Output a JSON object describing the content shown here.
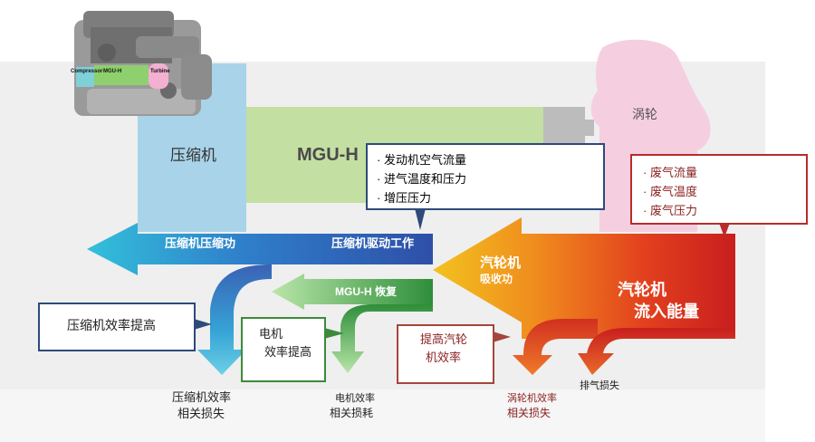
{
  "engine_image": {
    "labels": {
      "compressor": "Compressor",
      "mguh": "MGU-H",
      "turbine": "Turbine"
    }
  },
  "components": {
    "compressor": "压缩机",
    "mguh": "MGU-H",
    "turbine": "涡轮"
  },
  "flows": {
    "compressor_work": "压缩机压缩功",
    "compressor_drive": "压缩机驱动工作",
    "turbine_absorb_line1": "汽轮机",
    "turbine_absorb_line2": "吸收功",
    "mguh_recovery": "MGU-H 恢复",
    "turbine_input_line1": "汽轮机",
    "turbine_input_line2": "流入能量"
  },
  "callouts": {
    "inputs": [
      "发动机空气流量",
      "进气温度和压力",
      "增压压力"
    ],
    "exhaust": [
      "废气流量",
      "废气温度",
      "废气压力"
    ],
    "compressor_efficiency": "压缩机效率提高",
    "motor_efficiency_line1": "电机",
    "motor_efficiency_line2": "效率提高",
    "turbine_efficiency_line1": "提高汽轮",
    "turbine_efficiency_line2": "机效率"
  },
  "losses": {
    "compressor_line1": "压缩机效率",
    "compressor_line2": "相关损失",
    "motor_line1": "电机效率",
    "motor_line2": "相关损耗",
    "turbine_line1": "涡轮机效率",
    "turbine_line2": "相关损失",
    "exhaust": "排气损失"
  },
  "colors": {
    "compressor_block": "#a8d3e8",
    "mguh_block": "#c3dfa2",
    "turbine_block": "#f5cfe0",
    "blue_callout_border": "#2d4a7a",
    "red_callout_border": "#b82c2c",
    "green_callout_border": "#3d8a3a",
    "brown_callout_border": "#a6453c"
  }
}
